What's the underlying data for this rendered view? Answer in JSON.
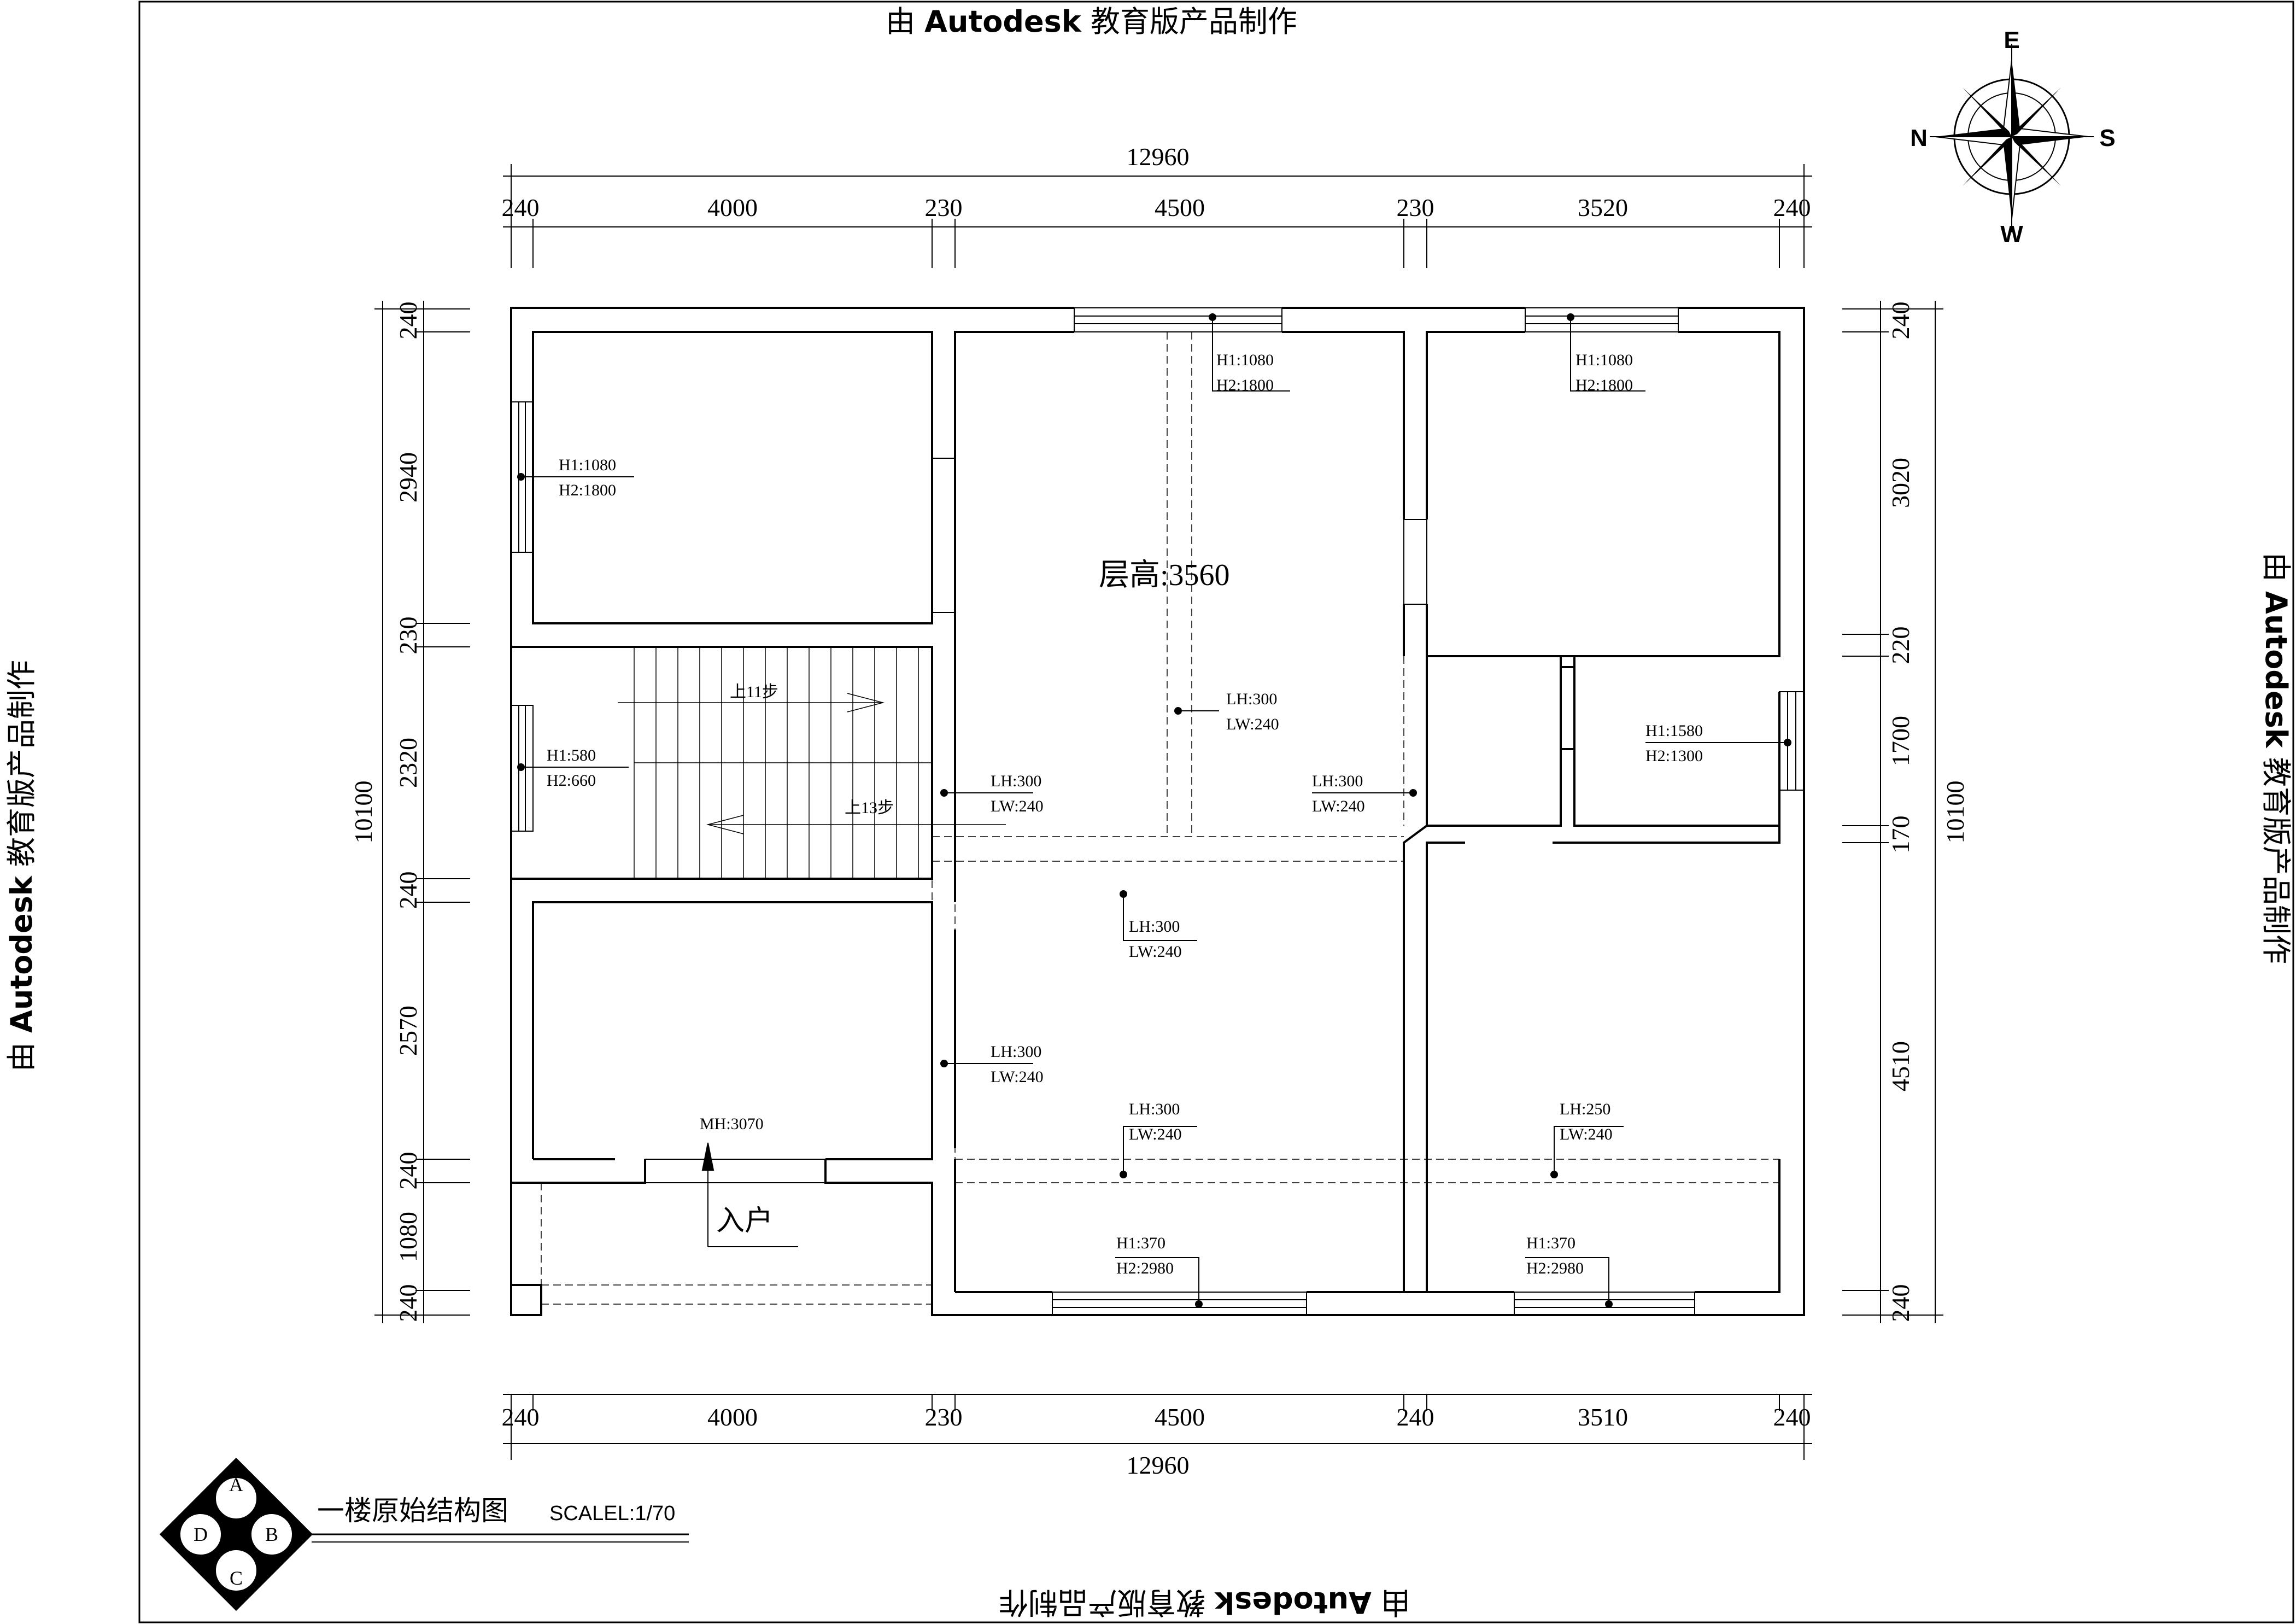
{
  "watermark": {
    "prefix": "由",
    "brand": "Autodesk",
    "suffix": "教育版产品制作"
  },
  "compass": {
    "east": "E",
    "north": "N",
    "south": "S",
    "west": "W"
  },
  "dimensions": {
    "top_total": "12960",
    "top_segments": [
      "240",
      "4000",
      "230",
      "4500",
      "230",
      "3520",
      "240"
    ],
    "bottom_segments": [
      "240",
      "4000",
      "230",
      "4500",
      "240",
      "3510",
      "240"
    ],
    "bottom_total": "12960",
    "left_segments": [
      "240",
      "2940",
      "230",
      "2320",
      "240",
      "2570",
      "240",
      "1080",
      "240"
    ],
    "left_total": "10100",
    "right_segments": [
      "240",
      "3020",
      "220",
      "1700",
      "170",
      "4510",
      "240"
    ],
    "right_total": "10100"
  },
  "annotations": {
    "floor_height": "层高:3560",
    "entrance": "入户",
    "stairs_up_11": "上11步",
    "stairs_up_13": "上13步",
    "door_height": "MH:3070",
    "windows": [
      {
        "h1": "H1:1080",
        "h2": "H2:1800"
      },
      {
        "h1": "H1:1080",
        "h2": "H2:1800"
      },
      {
        "h1": "H1:1080",
        "h2": "H2:1800"
      },
      {
        "h1": "H1:580",
        "h2": "H2:660"
      },
      {
        "h1": "H1:1580",
        "h2": "H2:1300"
      },
      {
        "h1": "H1:370",
        "h2": "H2:2980"
      },
      {
        "h1": "H1:370",
        "h2": "H2:2980"
      }
    ],
    "beams": [
      {
        "lh": "LH:300",
        "lw": "LW:240"
      },
      {
        "lh": "LH:300",
        "lw": "LW:240"
      },
      {
        "lh": "LH:300",
        "lw": "LW:240"
      },
      {
        "lh": "LH:300",
        "lw": "LW:240"
      },
      {
        "lh": "LH:300",
        "lw": "LW:240"
      },
      {
        "lh": "LH:300",
        "lw": "LW:240"
      },
      {
        "lh": "LH:250",
        "lw": "LW:240"
      }
    ]
  },
  "title_block": {
    "title": "一楼原始结构图",
    "scale": "SCALEL:1/70",
    "symbol_letters": [
      "A",
      "B",
      "C",
      "D"
    ]
  }
}
